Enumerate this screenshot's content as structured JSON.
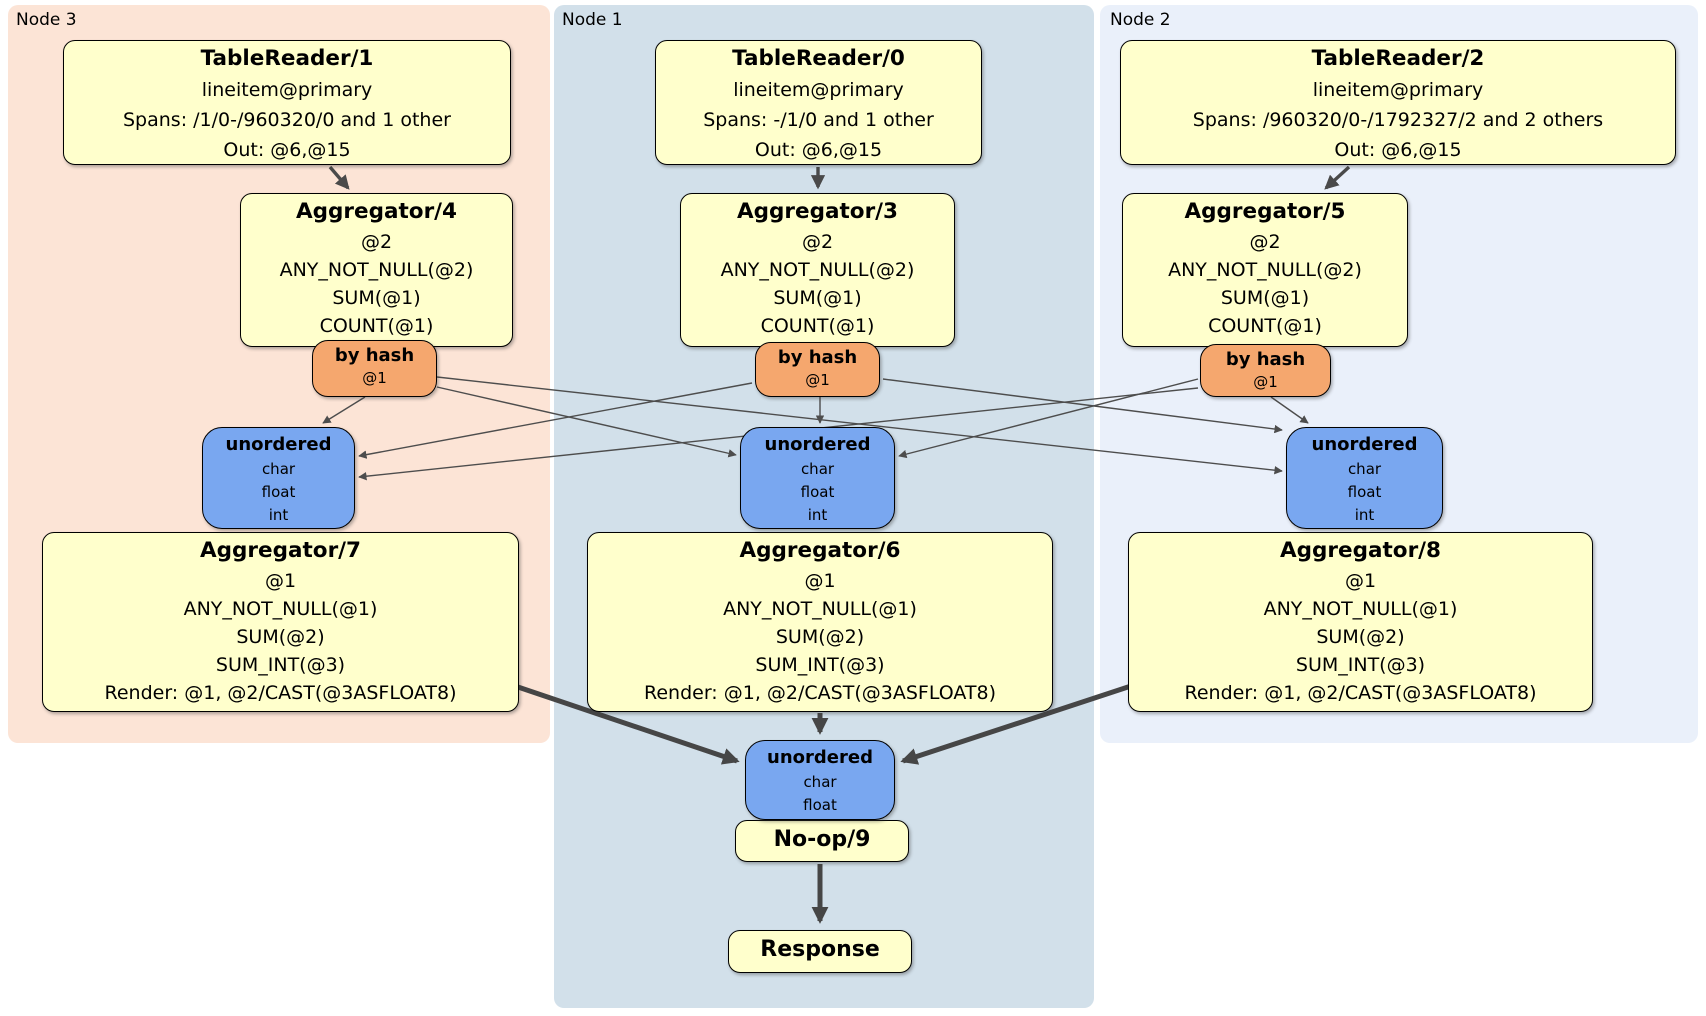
{
  "regions": [
    {
      "label": "Node 3"
    },
    {
      "label": "Node 1"
    },
    {
      "label": "Node 2"
    }
  ],
  "operators": {
    "tablereader1": {
      "title": "TableReader/1",
      "lines": [
        "lineitem@primary",
        "Spans: /1/0-/960320/0 and 1 other",
        "Out: @6,@15"
      ]
    },
    "tablereader0": {
      "title": "TableReader/0",
      "lines": [
        "lineitem@primary",
        "Spans: -/1/0 and 1 other",
        "Out: @6,@15"
      ]
    },
    "tablereader2": {
      "title": "TableReader/2",
      "lines": [
        "lineitem@primary",
        "Spans: /960320/0-/1792327/2 and 2 others",
        "Out: @6,@15"
      ]
    },
    "aggregator4": {
      "title": "Aggregator/4",
      "lines": [
        "@2",
        "ANY_NOT_NULL(@2)",
        "SUM(@1)",
        "COUNT(@1)"
      ]
    },
    "aggregator3": {
      "title": "Aggregator/3",
      "lines": [
        "@2",
        "ANY_NOT_NULL(@2)",
        "SUM(@1)",
        "COUNT(@1)"
      ]
    },
    "aggregator5": {
      "title": "Aggregator/5",
      "lines": [
        "@2",
        "ANY_NOT_NULL(@2)",
        "SUM(@1)",
        "COUNT(@1)"
      ]
    },
    "aggregator7": {
      "title": "Aggregator/7",
      "lines": [
        "@1",
        "ANY_NOT_NULL(@1)",
        "SUM(@2)",
        "SUM_INT(@3)",
        "Render: @1, @2/CAST(@3ASFLOAT8)"
      ]
    },
    "aggregator6": {
      "title": "Aggregator/6",
      "lines": [
        "@1",
        "ANY_NOT_NULL(@1)",
        "SUM(@2)",
        "SUM_INT(@3)",
        "Render: @1, @2/CAST(@3ASFLOAT8)"
      ]
    },
    "aggregator8": {
      "title": "Aggregator/8",
      "lines": [
        "@1",
        "ANY_NOT_NULL(@1)",
        "SUM(@2)",
        "SUM_INT(@3)",
        "Render: @1, @2/CAST(@3ASFLOAT8)"
      ]
    },
    "noop": {
      "title": "No-op/9"
    },
    "response": {
      "title": "Response"
    }
  },
  "routers": {
    "hash3": {
      "title": "by hash",
      "lines": [
        "@1"
      ]
    },
    "hash1": {
      "title": "by hash",
      "lines": [
        "@1"
      ]
    },
    "hash2": {
      "title": "by hash",
      "lines": [
        "@1"
      ]
    }
  },
  "syncs": {
    "unordered3": {
      "title": "unordered",
      "lines": [
        "char",
        "float",
        "int"
      ]
    },
    "unordered1": {
      "title": "unordered",
      "lines": [
        "char",
        "float",
        "int"
      ]
    },
    "unordered2": {
      "title": "unordered",
      "lines": [
        "char",
        "float",
        "int"
      ]
    },
    "unordered_final": {
      "title": "unordered",
      "lines": [
        "char",
        "float"
      ]
    }
  },
  "colors": {
    "node3_bg": "#fce4d6",
    "node1_bg": "#d2e0ea",
    "node2_bg": "#eaf0fa",
    "operator_fill": "#ffffcc",
    "router_fill": "#f5a76e",
    "sync_fill": "#79a7f0",
    "edge": "#4a4a4a"
  }
}
